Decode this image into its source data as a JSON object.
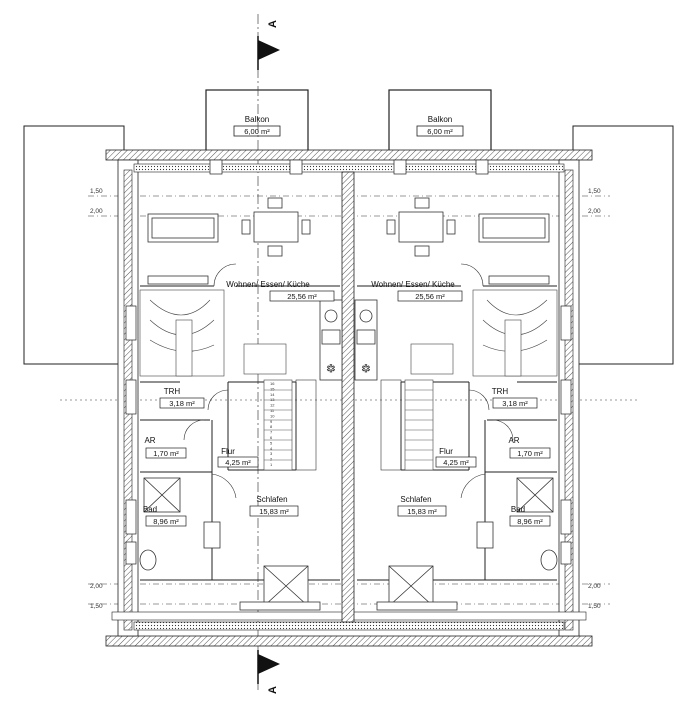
{
  "section": {
    "top_label": "A",
    "bottom_label": "A"
  },
  "left_unit": {
    "balkon": {
      "name": "Balkon",
      "area": "6,00 m²"
    },
    "wohnen": {
      "name": "Wohnen/ Essen/ Küche",
      "area": "25,56 m²"
    },
    "trh": {
      "name": "TRH",
      "area": "3,18 m²"
    },
    "ar": {
      "name": "AR",
      "area": "1,70 m²"
    },
    "flur": {
      "name": "Flur",
      "area": "4,25 m²"
    },
    "schlafen": {
      "name": "Schlafen",
      "area": "15,83 m²"
    },
    "bad": {
      "name": "Bad",
      "area": "8,96 m²"
    },
    "stair_numbers": [
      "1",
      "2",
      "3",
      "4",
      "5",
      "6",
      "7",
      "8",
      "9",
      "10",
      "11",
      "12",
      "13",
      "14",
      "15",
      "16"
    ]
  },
  "right_unit": {
    "balkon": {
      "name": "Balkon",
      "area": "6,00 m²"
    },
    "wohnen": {
      "name": "Wohnen/ Essen/ Küche",
      "area": "25,56 m²"
    },
    "trh": {
      "name": "TRH",
      "area": "3,18 m²"
    },
    "ar": {
      "name": "AR",
      "area": "1,70 m²"
    },
    "flur": {
      "name": "Flur",
      "area": "4,25 m²"
    },
    "schlafen": {
      "name": "Schlafen",
      "area": "15,83 m²"
    },
    "bad": {
      "name": "Bad",
      "area": "8,96 m²"
    }
  },
  "heights": {
    "left_top": [
      "1,50",
      "2,00"
    ],
    "right_top": [
      "1,50",
      "2,00"
    ],
    "left_bottom": [
      "2,00",
      "1,50"
    ],
    "right_bottom": [
      "2,00",
      "1,50"
    ]
  },
  "colors": {
    "wall": "#2b2b2b",
    "hatch": "#555555",
    "line": "#222222",
    "furniture": "#444444"
  }
}
